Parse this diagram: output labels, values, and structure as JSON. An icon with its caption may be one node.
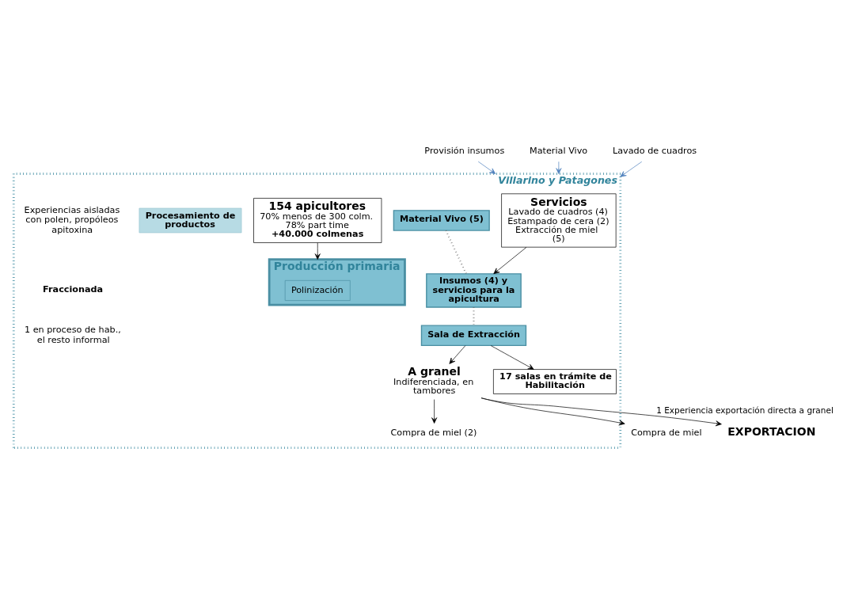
{
  "diagram": {
    "nodes": [
      {
        "text": [
          "Villarino y Patagones"
        ]
      },
      {
        "text": [
          "Provisión insumos"
        ]
      },
      {
        "text": [
          "Material Vivo"
        ]
      },
      {
        "text": [
          "Lavado de cuadros"
        ]
      },
      {
        "text": [
          "Servicios",
          "Lavado de cuadros (4) Estampado de cera (2) Extracción de miel  (5)"
        ],
        "in": 0
      },
      {
        "text": [
          "154 apicultores",
          "70% menos de 300 colm. 78% part time",
          "+40.000 colmenas"
        ],
        "in": 0
      },
      {
        "text": [
          "Insumos (4) y servicios para la apicultura"
        ],
        "in": 0
      },
      {
        "text": [
          "Material Vivo (5)"
        ],
        "in": 0
      },
      {
        "text": [
          "Producción primaria"
        ],
        "in": 0
      },
      {
        "text": [
          "Polinización"
        ],
        "in": 8
      },
      {
        "text": [
          "Sala de Extracción"
        ],
        "in": 0
      },
      {
        "text": [
          "Procesamiento de productos"
        ],
        "in": 0
      },
      {
        "text": [
          "A granel",
          "Indiferenciada, en tambores"
        ],
        "in": 0
      },
      {
        "text": [
          "Compra de miel (2)"
        ],
        "in": 0
      },
      {
        "text": [
          "17 salas en trámite de Habilitación"
        ],
        "in": 0
      },
      {
        "text": [
          "Compra de miel"
        ]
      },
      {
        "text": [
          "EXPORTACION"
        ]
      }
    ],
    "edges": [
      {
        "from": 1,
        "to": 0,
        "arrow": "to",
        "color": "#4f81bd"
      },
      {
        "from": 2,
        "to": 0,
        "arrow": "to",
        "color": "#4f81bd"
      },
      {
        "from": 3,
        "to": 0,
        "arrow": "to",
        "color": "#4f81bd"
      },
      {
        "from": 4,
        "to": 6,
        "arrow": "to"
      },
      {
        "from": 5,
        "to": 8,
        "arrow": "to"
      },
      {
        "from": 7,
        "to": 6,
        "arrow": "none",
        "style": "dashed",
        "color": "#6d6d6d"
      },
      {
        "from": 6,
        "to": 10,
        "arrow": "none",
        "style": "dashed",
        "color": "#6d6d6d"
      },
      {
        "from": 10,
        "to": 12,
        "arrow": "to"
      },
      {
        "from": 10,
        "to": 14,
        "arrow": "to"
      },
      {
        "from": 12,
        "to": 15,
        "arrow": "to"
      },
      {
        "from": 12,
        "to": 13,
        "arrow": "to"
      },
      {
        "from": 12,
        "to": 16,
        "arrow": "to",
        "label": "1 Experiencia exportación directa a granel"
      }
    ],
    "labels": [
      "Experiencias aisladas con polen, propóleos apitoxina",
      "Fraccionada",
      "1 en proceso de hab., el resto informal"
    ]
  }
}
